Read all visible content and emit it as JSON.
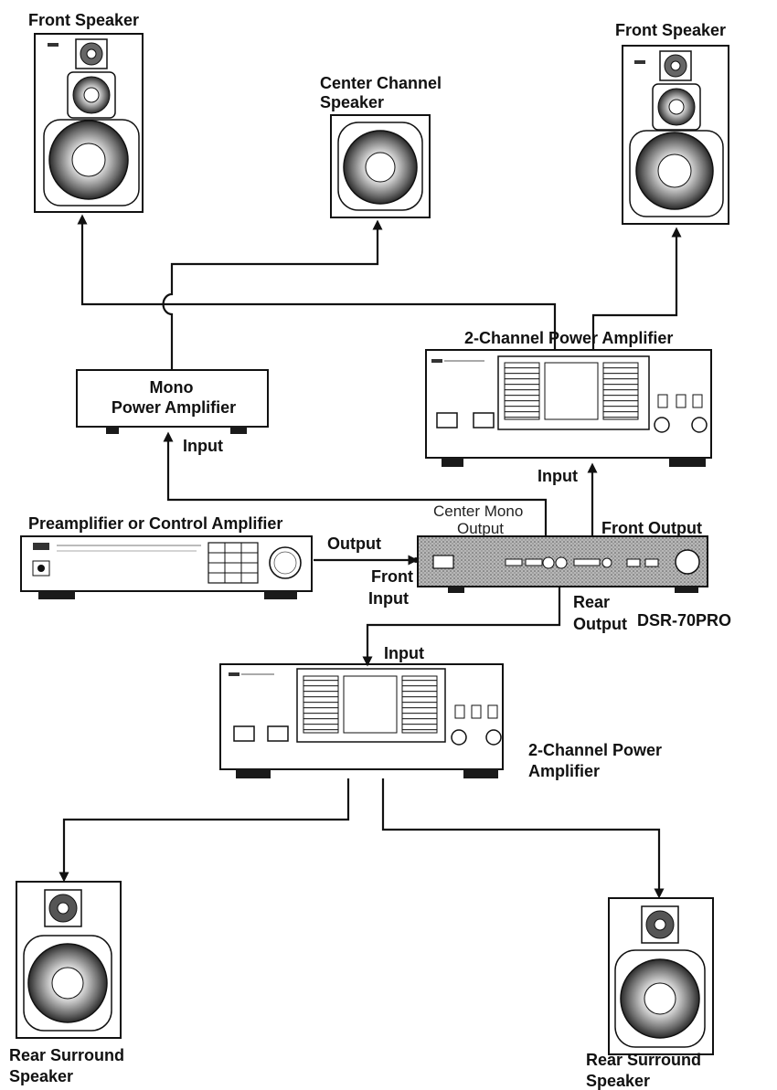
{
  "labels": {
    "front_speaker_left": "Front Speaker",
    "front_speaker_right": "Front Speaker",
    "center_line1": "Center Channel",
    "center_line2": "Speaker",
    "amp_front_title": "2-Channel Power Amplifier",
    "mono_line1": "Mono",
    "mono_line2": "Power Amplifier",
    "mono_input": "Input",
    "amp_front_input": "Input",
    "center_mono_line1": "Center Mono",
    "center_mono_line2": "Output",
    "preamp_title": "Preamplifier or Control Amplifier",
    "output": "Output",
    "front_output": "Front Output",
    "front_input_line1": "Front",
    "front_input_line2": "Input",
    "rear_output_line1": "Rear",
    "rear_output_line2": "Output",
    "model": "DSR-70PRO",
    "rear_amp_input": "Input",
    "rear_amp_line1": "2-Channel Power",
    "rear_amp_line2": "Amplifier",
    "rear_left_line1": "Rear Surround",
    "rear_left_line2": "Speaker",
    "rear_right_line1": "Rear Surround",
    "rear_right_line2": "Speaker"
  },
  "colors": {
    "ink": "#111111",
    "panel_shade": "#9a9a9a",
    "cone_dark": "#555555",
    "paper": "#ffffff"
  }
}
